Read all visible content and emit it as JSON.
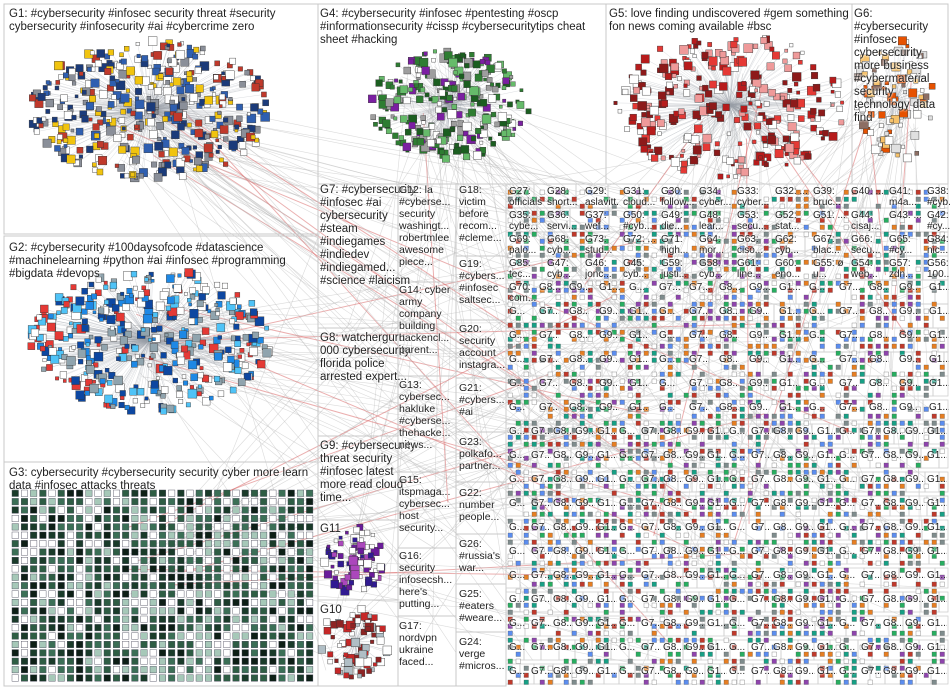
{
  "groups": [
    {
      "id": "g1",
      "text": "G1: #cybersecurity #infosec security threat #security cybersecurity #infosecurity #ai #cybercrime zero"
    },
    {
      "id": "g2",
      "text": "G2: #cybersecurity #100daysofcode #datascience #machinelearning #python #ai #infosec #programming #bigdata #devops"
    },
    {
      "id": "g3",
      "text": "G3: cybersecurity #cybersecurity security cyber more learn data #infosec attacks threats"
    },
    {
      "id": "g4",
      "text": "G4: #cybersecurity #infosec #pentesting #oscp #informationsecurity #cissp #cybersecuritytips cheat sheet #hacking"
    },
    {
      "id": "g5",
      "text": "G5: love finding undiscovered #gem something fon news coming available #bsc"
    },
    {
      "id": "g6",
      "text": "G6: #cybersecurity #infosec cybersecurity more business #cybermaterial security technology data find"
    },
    {
      "id": "g7",
      "text": "G7: #cybersecurity #infosec #ai cybersecurity #steam #indiegames #indiedev #indiegamed... #science #laicism"
    },
    {
      "id": "g8",
      "text": "G8: watcherguru 000 cybersecurity florida police arrested expert..."
    },
    {
      "id": "g9",
      "text": "G9: #cybersecurity threat security #infosec latest more read cloud time..."
    },
    {
      "id": "g11",
      "text": "G11"
    },
    {
      "id": "g10",
      "text": "G10"
    },
    {
      "id": "g12",
      "text": "G12: la #cyberse... security washingt... robertmlee awesome piece..."
    },
    {
      "id": "g14",
      "text": "G14: cyber army company building hackencl... parent..."
    },
    {
      "id": "g13",
      "text": "G13: cybersec... hakluke #cyberse... thehacke... news..."
    },
    {
      "id": "g15",
      "text": "G15: itspmaga... cybersec... host security..."
    },
    {
      "id": "g16",
      "text": "G16: security infosecsh... here's putting..."
    },
    {
      "id": "g17",
      "text": "G17: nordvpn ukraine faced..."
    },
    {
      "id": "g18",
      "text": "G18: victim before recom... #cleme..."
    },
    {
      "id": "g19",
      "text": "G19: #cybers... #infosec saltsec..."
    },
    {
      "id": "g20",
      "text": "G20: security account instagra..."
    },
    {
      "id": "g21",
      "text": "G21: #cybers... #ai"
    },
    {
      "id": "g23",
      "text": "G23: polkafo... partner..."
    },
    {
      "id": "g22",
      "text": "G22: number people..."
    },
    {
      "id": "g26",
      "text": "G26: #russia's war..."
    },
    {
      "id": "g25",
      "text": "G25: #eaters #weare..."
    },
    {
      "id": "g24",
      "text": "G24: verge #micros..."
    }
  ],
  "small_groups": [
    "G27: officials...",
    "G28: short...",
    "G29: aslavitt...",
    "G31: cloud...",
    "G30: follow...",
    "G34: cyber...",
    "G33: cyber...",
    "G32: ...",
    "G39: bruc...",
    "G40: ...",
    "G41: m4a...",
    "G38: #cyb...",
    "G35: cybe...",
    "G36: servi...",
    "G37: wef...",
    "G50: #cyb...",
    "G49: die...",
    "G48: lear...",
    "G53: secu...",
    "G52: stat...",
    "G51: ...",
    "G44: cisaj...",
    "G43: ...",
    "G42: #cy...",
    "G69: palo...",
    "G68: cyb...",
    "G73: stud...",
    "G72: ...",
    "G71: high...",
    "G64: mor...",
    "G63: ciso...",
    "G62: cyb...",
    "G67: blac...",
    "G66: secu...",
    "G65: #cy...",
    "G84: nic...",
    "G85: tec...",
    "G47: cyb...",
    "G46: jonc...",
    "G45: cyb...",
    "G59: justi...",
    "G58: cyb...",
    "G61: line...",
    "G60: eno...",
    "G55: ø u...",
    "G54: web...",
    "G57: zdn...",
    "G56: 100...",
    "G70: com...",
    "G8...",
    "G9...",
    "G1...",
    "G...",
    "G7..."
  ]
}
